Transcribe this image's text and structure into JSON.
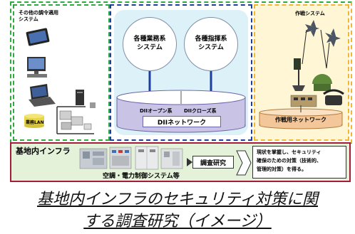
{
  "regions": {
    "other_systems": {
      "label": "その他の調令適用\nシステム",
      "lan_label": "業務LAN"
    },
    "center": {
      "business_system": "各種業務系\nシステム",
      "command_system": "各種指揮系\nシステム",
      "open_system": "DIIオープン系",
      "closed_system": "DIIクローズ系",
      "network": "DIIネットワーク"
    },
    "operations": {
      "label": "作戦システム",
      "network": "作戦用ネットワーク"
    },
    "infra": {
      "label": "基地内インフラ",
      "control_systems": "空調・電力制御システム等",
      "study_box": "調査研究",
      "result_text": "現状を掌握し、セキュリティ\n確保のための対策（技術的、\n管理的対策）を得る。"
    }
  },
  "caption": {
    "line1": "基地内インフラのセキュリティ対策に関",
    "line2": "する調査研究（イメージ）"
  },
  "colors": {
    "green_border": "#2eaa3e",
    "blue_border": "#1b3f9a",
    "orange_border": "#f2b632",
    "cream_bg": "#fff6d6",
    "lightblue_bg": "#dcf1f8",
    "lavender": "#c9c4e6",
    "network_orange": "#f4c79a",
    "maroon_border": "#a31c3a",
    "green_panel": "#e4f2d9"
  }
}
